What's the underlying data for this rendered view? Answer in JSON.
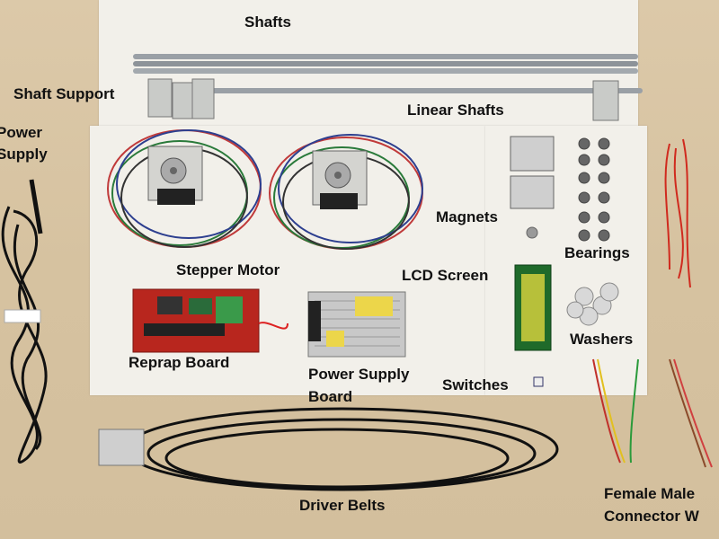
{
  "labels": {
    "shafts": "Shafts",
    "shaft_support": "Shaft Support",
    "linear_shafts": "Linear Shafts",
    "power_supply_1": "Power",
    "power_supply_2": "Supply",
    "stepper_motor": "Stepper Motor",
    "magnets": "Magnets",
    "bearings": "Bearings",
    "lcd_screen": "LCD Screen",
    "reprap_board": "Reprap Board",
    "power_supply_board_1": "Power Supply",
    "power_supply_board_2": "Board",
    "switches": "Switches",
    "washers": "Washers",
    "driver_belts": "Driver Belts",
    "connector_1": "Female Male",
    "connector_2": "Connector W"
  },
  "colors": {
    "background": "#d6c2a0",
    "paper": "#f2f0ea",
    "label_text": "#111111",
    "board_red": "#b8261e",
    "lcd_green": "#b7c03a"
  }
}
